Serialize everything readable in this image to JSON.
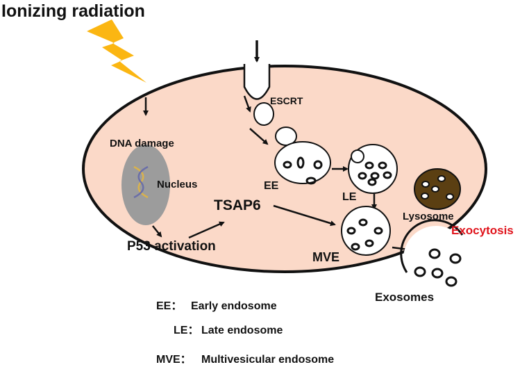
{
  "title": "Ionizing radiation",
  "labels": {
    "dna_damage": "DNA damage",
    "nucleus": "Nucleus",
    "p53": "P53 activation",
    "tsap6": "TSAP6",
    "escrt": "ESCRT",
    "ee": "EE",
    "le": "LE",
    "lysosome": "Lysosome",
    "mve": "MVE",
    "exocytosis": "Exocytosis",
    "exosomes": "Exosomes"
  },
  "legend": [
    {
      "abbr": "EE：",
      "meaning": "Early endosome"
    },
    {
      "abbr": "LE：",
      "meaning": "Late endosome"
    },
    {
      "abbr": "MVE：",
      "meaning": "Multivesicular endosome"
    }
  ],
  "colors": {
    "cell": "#fbd9c8",
    "lightning": "#fbb612",
    "nucleus": "#9c9c9c",
    "lysosome": "#5b3f12",
    "exocytosis": "#e0141c"
  }
}
